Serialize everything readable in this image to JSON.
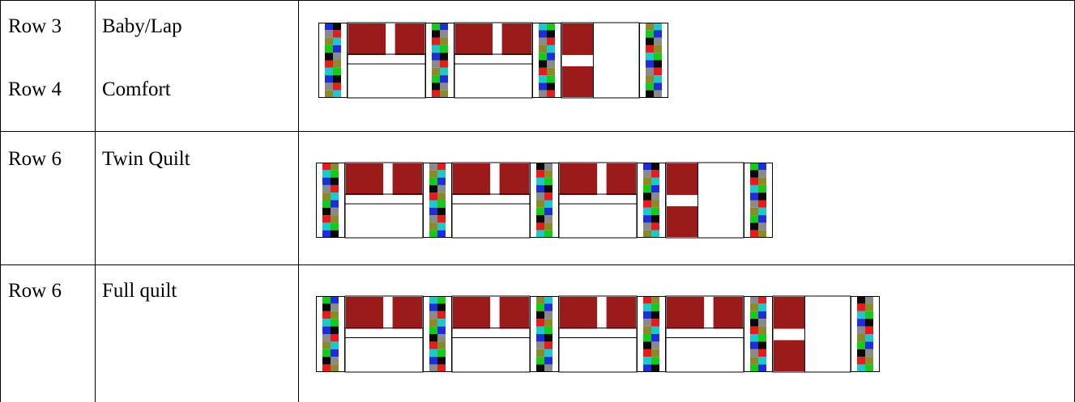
{
  "table": {
    "rows": [
      {
        "row_labels": [
          "Row 3",
          "Row 4"
        ],
        "names": [
          "Baby/Lap",
          "Comfort"
        ],
        "pattern": [
          "strip",
          "block",
          "strip",
          "block",
          "strip",
          "half",
          "strip"
        ]
      },
      {
        "row_labels": [
          "Row 6"
        ],
        "names": [
          "Twin Quilt"
        ],
        "pattern": [
          "strip",
          "block",
          "strip",
          "block",
          "strip",
          "block",
          "strip",
          "half",
          "strip"
        ]
      },
      {
        "row_labels": [
          "Row 6"
        ],
        "names": [
          "Full quilt"
        ],
        "pattern": [
          "strip",
          "block",
          "strip",
          "block",
          "strip",
          "block",
          "strip",
          "block",
          "strip",
          "half",
          "strip"
        ]
      }
    ]
  },
  "colors": {
    "maroon": "#9b1a1a",
    "strip_palette": [
      "#1c2fd6",
      "#e21d1d",
      "#18c91c",
      "#8a8a8a",
      "#1fc7c9",
      "#0a0a0a",
      "#8a8a2a"
    ]
  }
}
